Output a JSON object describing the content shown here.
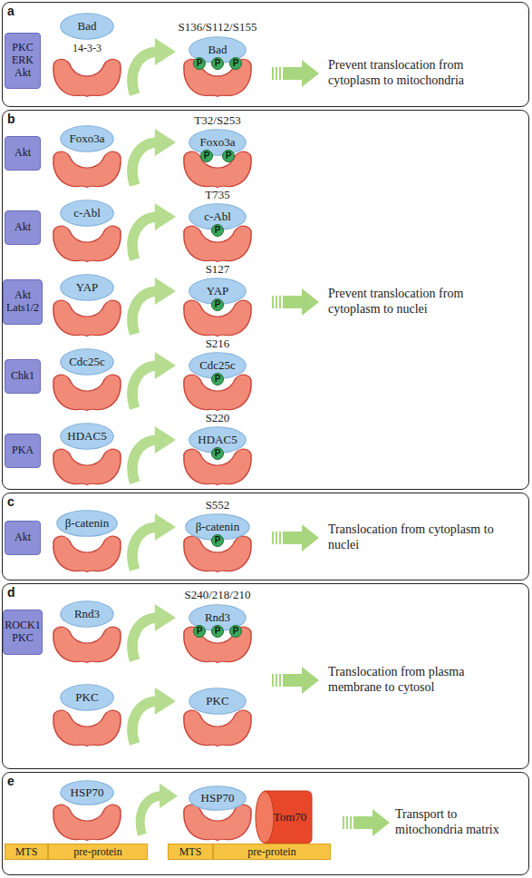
{
  "diagram": {
    "nodes": [
      {
        "text": [
          "a"
        ]
      },
      {
        "text": [
          "PKC ERK Akt"
        ],
        "in": 0
      },
      {
        "text": [
          "Bad"
        ],
        "in": 0
      },
      {
        "text": [
          "Bad"
        ],
        "in": 0
      },
      {
        "text": [
          "P"
        ],
        "in": 0
      },
      {
        "text": [
          "P"
        ],
        "in": 0
      },
      {
        "text": [
          "P"
        ],
        "in": 0
      },
      {
        "text": [
          "b"
        ]
      },
      {
        "text": [
          "Akt"
        ],
        "in": 7
      },
      {
        "text": [
          "Foxo3a"
        ],
        "in": 7
      },
      {
        "text": [
          "Foxo3a"
        ],
        "in": 7
      },
      {
        "text": [
          "P"
        ],
        "in": 7
      },
      {
        "text": [
          "P"
        ],
        "in": 7
      },
      {
        "text": [
          "Akt"
        ],
        "in": 7
      },
      {
        "text": [
          "c-Abl"
        ],
        "in": 7
      },
      {
        "text": [
          "c-Abl"
        ],
        "in": 7
      },
      {
        "text": [
          "P"
        ],
        "in": 7
      },
      {
        "text": [
          "Akt Lats1/2"
        ],
        "in": 7
      },
      {
        "text": [
          "YAP"
        ],
        "in": 7
      },
      {
        "text": [
          "YAP"
        ],
        "in": 7
      },
      {
        "text": [
          "P"
        ],
        "in": 7
      },
      {
        "text": [
          "Chk1"
        ],
        "in": 7
      },
      {
        "text": [
          "Cdc25c"
        ],
        "in": 7
      },
      {
        "text": [
          "Cdc25c"
        ],
        "in": 7
      },
      {
        "text": [
          "P"
        ],
        "in": 7
      },
      {
        "text": [
          "PKA"
        ],
        "in": 7
      },
      {
        "text": [
          "HDAC5"
        ],
        "in": 7
      },
      {
        "text": [
          "HDAC5"
        ],
        "in": 7
      },
      {
        "text": [
          "P"
        ],
        "in": 7
      },
      {
        "text": [
          "c"
        ]
      },
      {
        "text": [
          "Akt"
        ],
        "in": 29
      },
      {
        "text": [
          "β-catenin"
        ],
        "in": 29
      },
      {
        "text": [
          "β-catenin"
        ],
        "in": 29
      },
      {
        "text": [
          "P"
        ],
        "in": 29
      },
      {
        "text": [
          "d"
        ]
      },
      {
        "text": [
          "ROCK1 PKC"
        ],
        "in": 34
      },
      {
        "text": [
          "Rnd3"
        ],
        "in": 34
      },
      {
        "text": [
          "Rnd3"
        ],
        "in": 34
      },
      {
        "text": [
          "P"
        ],
        "in": 34
      },
      {
        "text": [
          "P"
        ],
        "in": 34
      },
      {
        "text": [
          "P"
        ],
        "in": 34
      },
      {
        "text": [
          "PKC"
        ],
        "in": 34
      },
      {
        "text": [
          "PKC"
        ],
        "in": 34
      },
      {
        "text": [
          "e"
        ]
      },
      {
        "text": [
          "HSP70"
        ],
        "in": 43
      },
      {
        "text": [
          "MTS"
        ],
        "in": 43
      },
      {
        "text": [
          "pre-protein"
        ],
        "in": 43
      },
      {
        "text": [
          "HSP70"
        ],
        "in": 43
      },
      {
        "text": [
          "Tom70"
        ],
        "in": 43
      },
      {
        "text": [
          "MTS"
        ],
        "in": 43
      },
      {
        "text": [
          "pre-protein"
        ],
        "in": 43
      }
    ],
    "labels": [
      "14-3-3",
      "S136/S112/S155",
      "Prevent translocation from cytoplasm to mitochondria",
      "T32/S253",
      "Prevent translocation from cytoplasm to nuclei",
      "T735",
      "S127",
      "S216",
      "S220",
      "S552",
      "Translocation from cytoplasm to nuclei",
      "S240/218/210",
      "Translocation from plasma membrane to cytosol",
      "Transport to mitochondria matrix"
    ]
  }
}
